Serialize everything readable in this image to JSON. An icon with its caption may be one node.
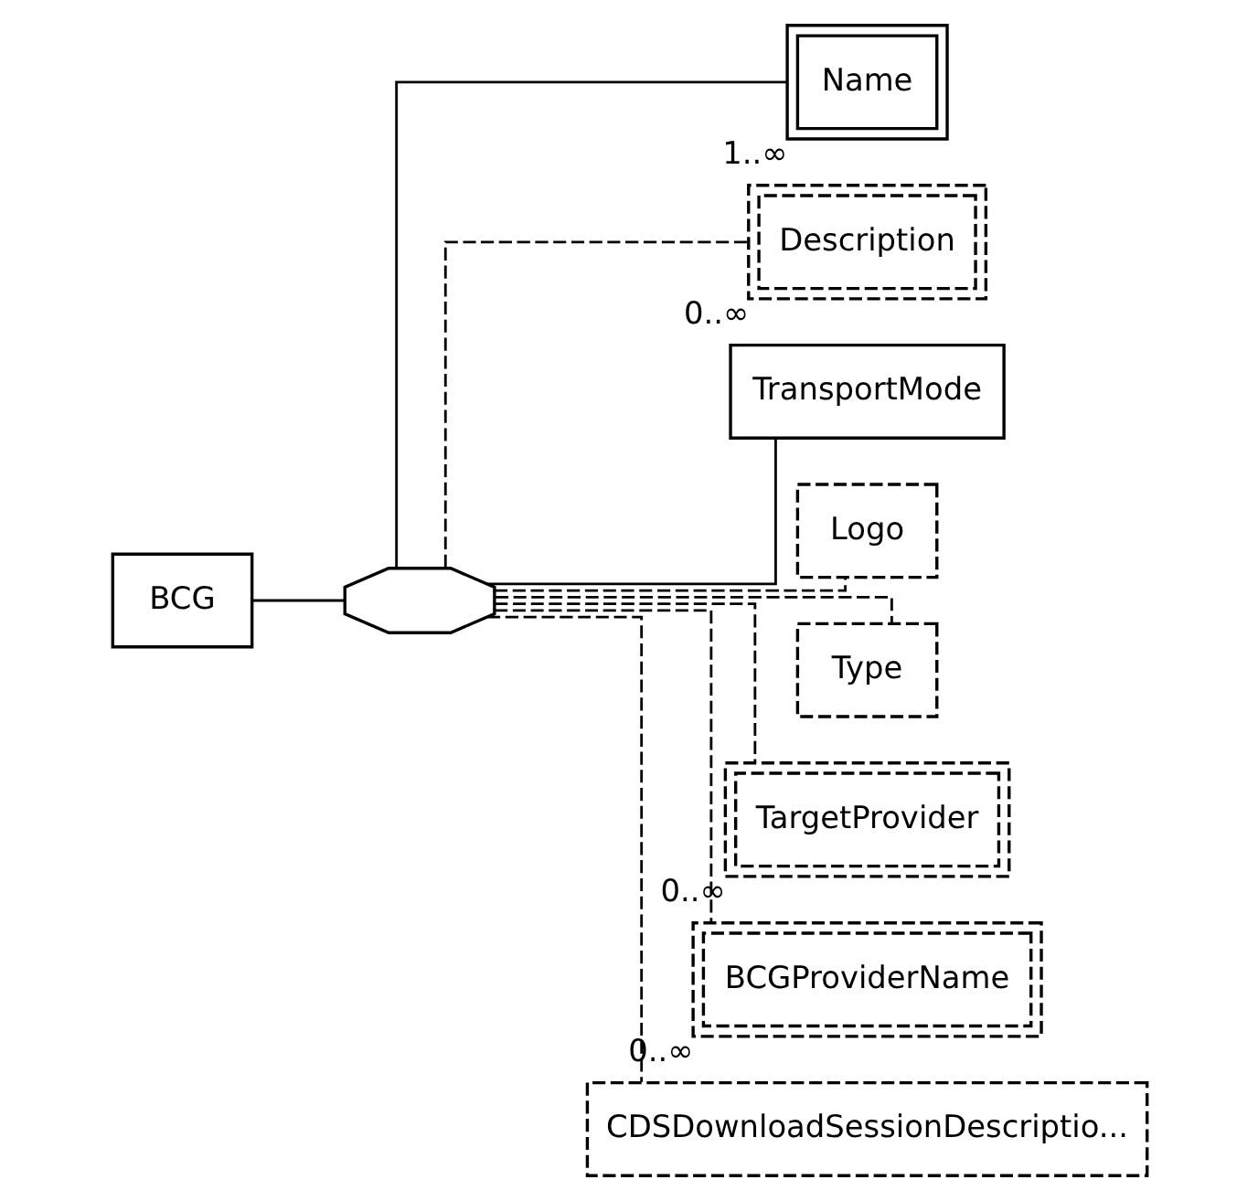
{
  "diagram": {
    "nodes": [
      {
        "text": [
          "BCG"
        ]
      },
      {
        "text": [],
        "shape": "octagon"
      },
      {
        "text": [
          "Name"
        ],
        "beside": [
          "1..∞"
        ]
      },
      {
        "text": [
          "Description"
        ],
        "beside": [
          "0..∞"
        ]
      },
      {
        "text": [
          "TransportMode"
        ]
      },
      {
        "text": [
          "Logo"
        ]
      },
      {
        "text": [
          "Type"
        ]
      },
      {
        "text": [
          "TargetProvider"
        ],
        "beside": [
          "0..∞"
        ]
      },
      {
        "text": [
          "BCGProviderName"
        ],
        "beside": [
          "0..∞"
        ]
      },
      {
        "text": [
          "CDSDownloadSessionDescriptio..."
        ]
      }
    ],
    "edges": [
      {
        "from": 0,
        "to": 1,
        "arrow": "none"
      },
      {
        "from": 1,
        "to": 2,
        "arrow": "none"
      },
      {
        "from": 1,
        "to": 3,
        "arrow": "none",
        "style": "dashed"
      },
      {
        "from": 1,
        "to": 4,
        "arrow": "none"
      },
      {
        "from": 1,
        "to": 5,
        "arrow": "none",
        "style": "dashed"
      },
      {
        "from": 1,
        "to": 6,
        "arrow": "none",
        "style": "dashed"
      },
      {
        "from": 1,
        "to": 7,
        "arrow": "none",
        "style": "dashed"
      },
      {
        "from": 1,
        "to": 8,
        "arrow": "none",
        "style": "dashed"
      },
      {
        "from": 1,
        "to": 9,
        "arrow": "none",
        "style": "dashed"
      }
    ]
  }
}
